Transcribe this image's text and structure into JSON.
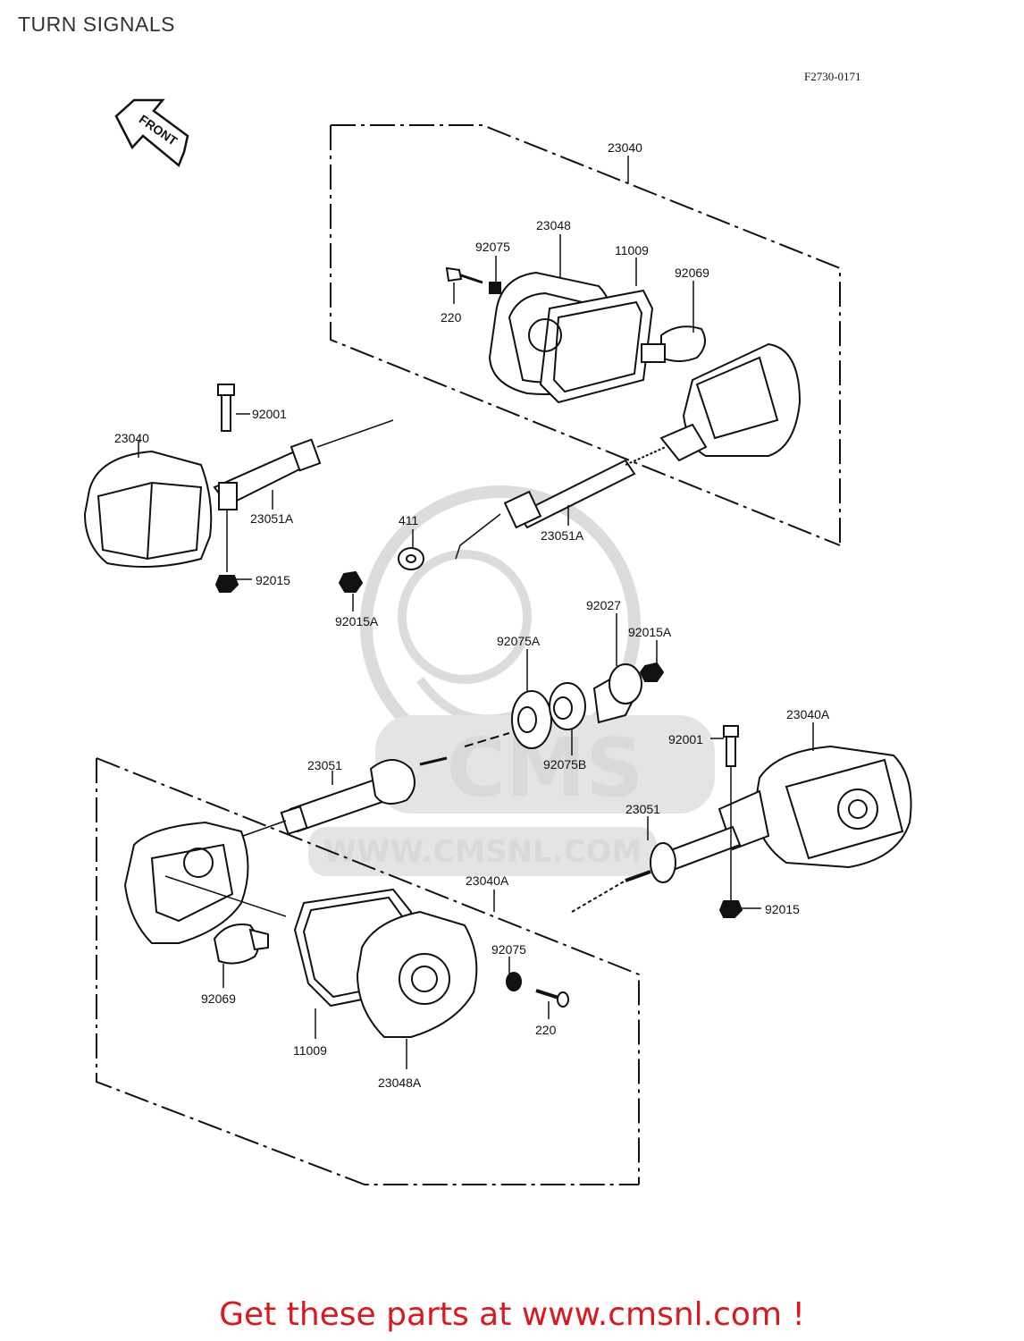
{
  "page": {
    "title": "TURN SIGNALS",
    "diagram_code": "F2730-0171",
    "direction_label": "FRONT",
    "watermark_logo": "CMS",
    "watermark_url": "WWW.CMSNL.COM"
  },
  "colors": {
    "title": "#333333",
    "footer": "#d9191e",
    "watermark": "#d9d9d9",
    "ink": "#111111"
  },
  "labels": {
    "top_assembly": "23040",
    "top_lens": "23048",
    "top_gasket": "11009",
    "top_bulb": "92069",
    "top_nut_small": "92075",
    "top_screw": "220",
    "left_bolt": "92001",
    "left_housing": "23040",
    "left_stem": "23051A",
    "left_nut": "92015",
    "right_stem": "23051A",
    "washer": "411",
    "nut_a_left": "92015A",
    "collar": "92027",
    "nut_a_right": "92015A",
    "grommet_a": "92075A",
    "grommet_b": "92075B",
    "center_stem": "23051",
    "right_bolt": "92001",
    "right_housing": "23040A",
    "right_stem_lower": "23051",
    "right_nut": "92015",
    "bottom_assembly": "23040A",
    "bottom_nut_small": "92075",
    "bottom_bulb": "92069",
    "bottom_screw": "220",
    "bottom_gasket": "11009",
    "bottom_lens": "23048A"
  },
  "footer": {
    "text": "Get these parts at www.cmsnl.com !"
  }
}
